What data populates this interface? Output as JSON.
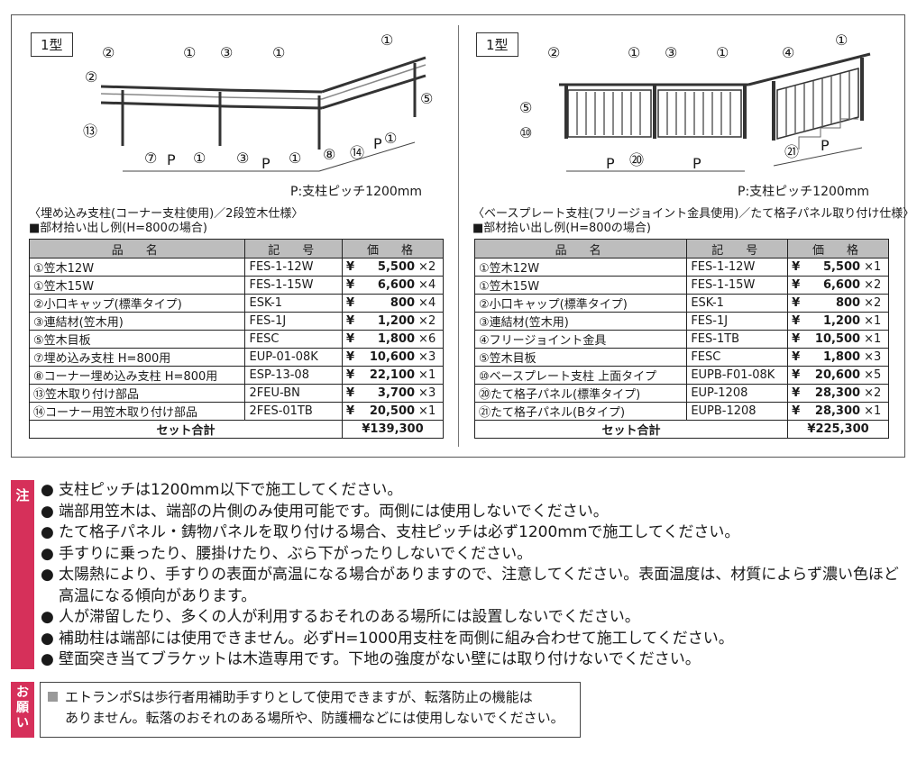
{
  "left": {
    "type_label": "1型",
    "pitch_note": "P:支柱ピッチ1200mm",
    "caption1": "〈埋め込み支柱(コーナー支柱使用)／2段笠木仕様〉",
    "caption2": "■部材拾い出し例(H=800の場合)",
    "diagram_labels": [
      "①",
      "②",
      "③",
      "①",
      "②",
      "①",
      "⑤",
      "⑬",
      "①",
      "⑦",
      "P",
      "①",
      "③",
      "P",
      "①",
      "⑧",
      "⑭",
      "P"
    ],
    "headers": [
      "品　名",
      "記　号",
      "価　格"
    ],
    "rows": [
      {
        "name": "①笠木12W",
        "code": "FES-1-12W",
        "yen": "¥",
        "price": "5,500",
        "qty": "×2"
      },
      {
        "name": "①笠木15W",
        "code": "FES-1-15W",
        "yen": "¥",
        "price": "6,600",
        "qty": "×4"
      },
      {
        "name": "②小口キャップ(標準タイプ)",
        "code": "ESK-1",
        "yen": "¥",
        "price": "800",
        "qty": "×4"
      },
      {
        "name": "③連結材(笠木用)",
        "code": "FES-1J",
        "yen": "¥",
        "price": "1,200",
        "qty": "×2"
      },
      {
        "name": "⑤笠木目板",
        "code": "FESC",
        "yen": "¥",
        "price": "1,800",
        "qty": "×6"
      },
      {
        "name": "⑦埋め込み支柱 H=800用",
        "code": "EUP-01-08K",
        "yen": "¥",
        "price": "10,600",
        "qty": "×3"
      },
      {
        "name": "⑧コーナー埋め込み支柱 H=800用",
        "code": "ESP-13-08",
        "yen": "¥",
        "price": "22,100",
        "qty": "×1"
      },
      {
        "name": "⑬笠木取り付け部品",
        "code": "2FEU-BN",
        "yen": "¥",
        "price": "3,700",
        "qty": "×3"
      },
      {
        "name": "⑭コーナー用笠木取り付け部品",
        "code": "2FES-01TB",
        "yen": "¥",
        "price": "20,500",
        "qty": "×1"
      }
    ],
    "total_label": "セット合計",
    "total_value": "¥139,300"
  },
  "right": {
    "type_label": "1型",
    "pitch_note": "P:支柱ピッチ1200mm",
    "caption1": "〈ベースプレート支柱(フリージョイント金具使用)／たて格子パネル取り付け仕様〉",
    "caption2": "■部材拾い出し例(H=800の場合)",
    "diagram_labels": [
      "②",
      "①",
      "③",
      "①",
      "④",
      "①",
      "⑤",
      "⑩",
      "⑳",
      "P",
      "P",
      "㉑",
      "P"
    ],
    "headers": [
      "品　名",
      "記　号",
      "価　格"
    ],
    "rows": [
      {
        "name": "①笠木12W",
        "code": "FES-1-12W",
        "yen": "¥",
        "price": "5,500",
        "qty": "×1"
      },
      {
        "name": "①笠木15W",
        "code": "FES-1-15W",
        "yen": "¥",
        "price": "6,600",
        "qty": "×2"
      },
      {
        "name": "②小口キャップ(標準タイプ)",
        "code": "ESK-1",
        "yen": "¥",
        "price": "800",
        "qty": "×2"
      },
      {
        "name": "③連結材(笠木用)",
        "code": "FES-1J",
        "yen": "¥",
        "price": "1,200",
        "qty": "×1"
      },
      {
        "name": "④フリージョイント金具",
        "code": "FES-1TB",
        "yen": "¥",
        "price": "10,500",
        "qty": "×1"
      },
      {
        "name": "⑤笠木目板",
        "code": "FESC",
        "yen": "¥",
        "price": "1,800",
        "qty": "×3"
      },
      {
        "name": "⑩ベースプレート支柱 上面タイプ",
        "code": "EUPB-F01-08K",
        "yen": "¥",
        "price": "20,600",
        "qty": "×5"
      },
      {
        "name": "⑳たて格子パネル(標準タイプ)",
        "code": "EUP-1208",
        "yen": "¥",
        "price": "28,300",
        "qty": "×2"
      },
      {
        "name": "㉑たて格子パネル(Bタイプ)",
        "code": "EUPB-1208",
        "yen": "¥",
        "price": "28,300",
        "qty": "×1"
      }
    ],
    "total_label": "セット合計",
    "total_value": "¥225,300"
  },
  "notes": {
    "tag": "注",
    "bullet": "●",
    "items": [
      "支柱ピッチは1200mm以下で施工してください。",
      "端部用笠木は、端部の片側のみ使用可能です。両側には使用しないでください。",
      "たて格子パネル・鋳物パネルを取り付ける場合、支柱ピッチは必ず1200mmで施工してください。",
      "手すりに乗ったり、腰掛けたり、ぶら下がったりしないでください。",
      "太陽熱により、手すりの表面が高温になる場合がありますので、注意してください。表面温度は、材質によらず濃い色ほど高温になる傾向があります。",
      "人が滞留したり、多くの人が利用するおそれのある場所には設置しないでください。",
      "補助柱は端部には使用できません。必ずH=1000用支柱を両側に組み合わせて施工してください。",
      "壁面突き当てブラケットは木造専用です。下地の強度がない壁には取り付けないでください。"
    ]
  },
  "request": {
    "tag": "お願い",
    "line1": "エトランポSは歩行者用補助手すりとして使用できますが、転落防止の機能は",
    "line2": "ありません。転落のおそれのある場所や、防護柵などには使用しないでください。"
  }
}
